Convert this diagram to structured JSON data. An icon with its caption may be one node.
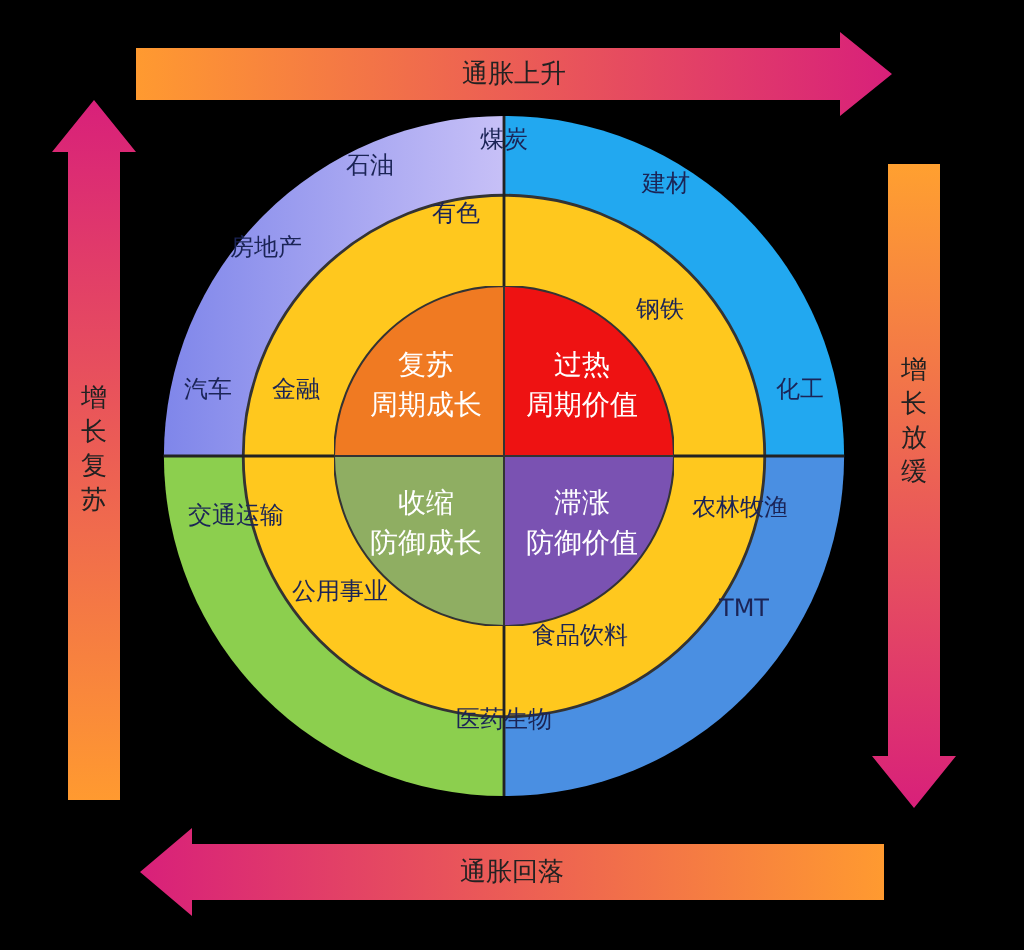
{
  "diagram": {
    "nodes": [
      {
        "text": [
          "通胀上升"
        ]
      },
      {
        "text": [
          "增长放缓"
        ]
      },
      {
        "text": [
          "通胀回落"
        ]
      },
      {
        "text": [
          "增长复苏"
        ]
      },
      {
        "text": [
          "复苏",
          "周期成长"
        ]
      },
      {
        "text": [
          "过热",
          "周期价值"
        ]
      },
      {
        "text": [
          "收缩",
          "防御成长"
        ]
      },
      {
        "text": [
          "滞涨",
          "防御价值"
        ]
      }
    ],
    "labels": [
      "煤炭",
      "石油",
      "建材",
      "房地产",
      "有色",
      "钢铁",
      "汽车",
      "金融",
      "化工",
      "交通运输",
      "农林牧渔",
      "公用事业",
      "食品饮料",
      "TMT",
      "医药生物"
    ]
  }
}
